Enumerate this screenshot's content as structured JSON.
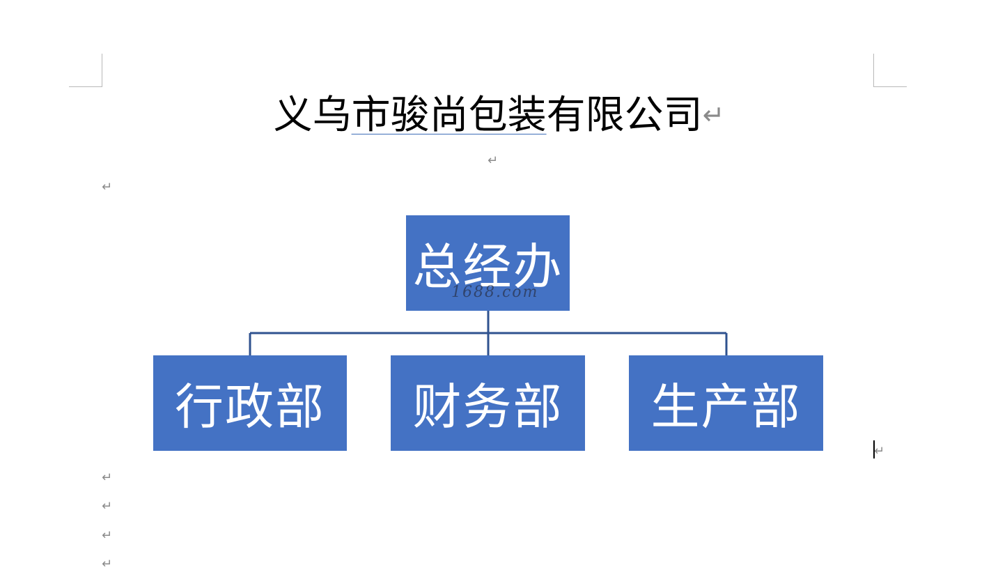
{
  "document": {
    "title_before": "义乌",
    "title_underlined": "市骏尚包装",
    "title_after": "有限公司",
    "paragraph_mark": "↵"
  },
  "org_chart": {
    "root": {
      "label": "总经办"
    },
    "children": [
      {
        "label": "行政部"
      },
      {
        "label": "财务部"
      },
      {
        "label": "生产部"
      }
    ],
    "box_color": "#4472c4",
    "text_color": "#ffffff",
    "connector_color": "#2f528f"
  },
  "watermark": {
    "text": "1688.com"
  }
}
